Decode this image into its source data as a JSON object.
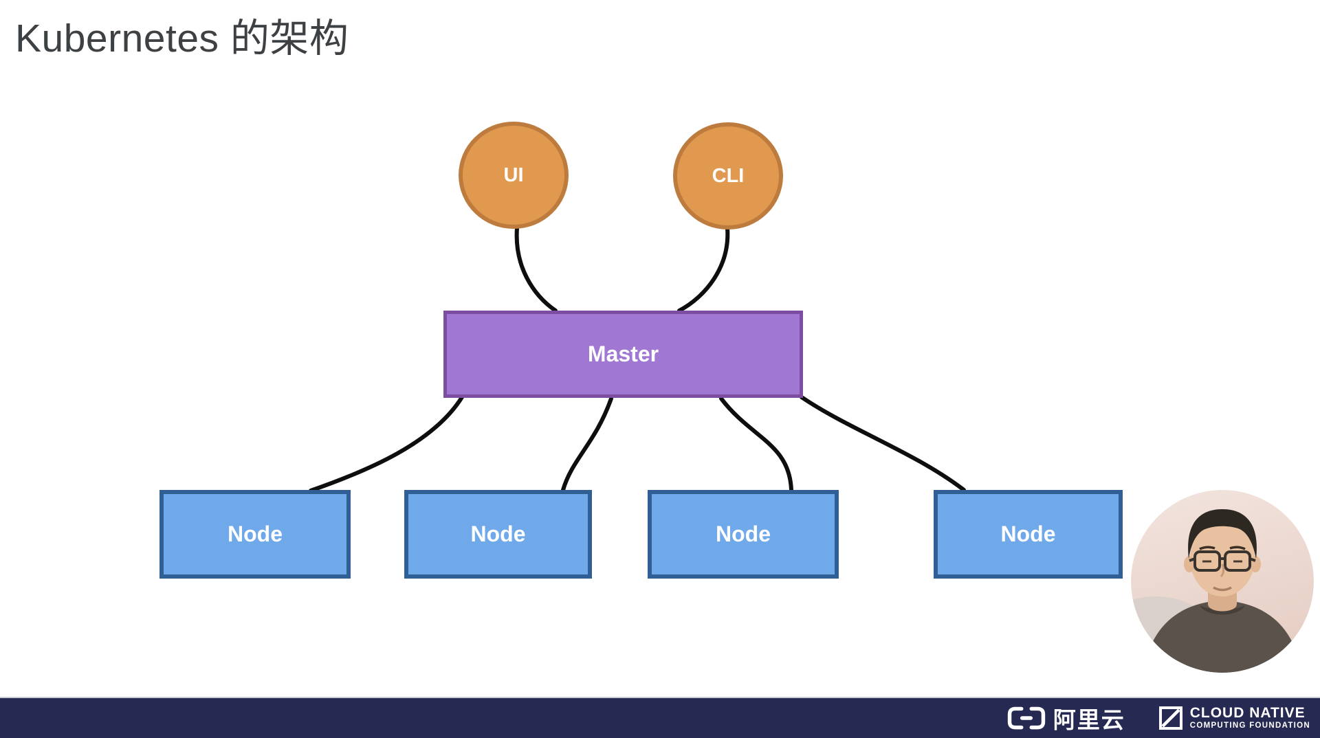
{
  "title": "Kubernetes 的架构",
  "diagram": {
    "ui": {
      "label": "UI"
    },
    "cli": {
      "label": "CLI"
    },
    "master": {
      "label": "Master"
    },
    "nodes": [
      {
        "label": "Node"
      },
      {
        "label": "Node"
      },
      {
        "label": "Node"
      },
      {
        "label": "Node"
      }
    ]
  },
  "footer": {
    "alibaba_cloud": "阿里云",
    "cncf_line1": "CLOUD NATIVE",
    "cncf_line2": "COMPUTING FOUNDATION"
  },
  "colors": {
    "client_fill": "#E0994E",
    "client_border": "#BE7B3E",
    "master_fill": "#A078D4",
    "master_border": "#7C4DA0",
    "node_fill": "#70A9E9",
    "node_border": "#2F5F94",
    "connector": "#0E0E0E",
    "footer_bg": "#262A52",
    "title_text": "#3E4144"
  }
}
